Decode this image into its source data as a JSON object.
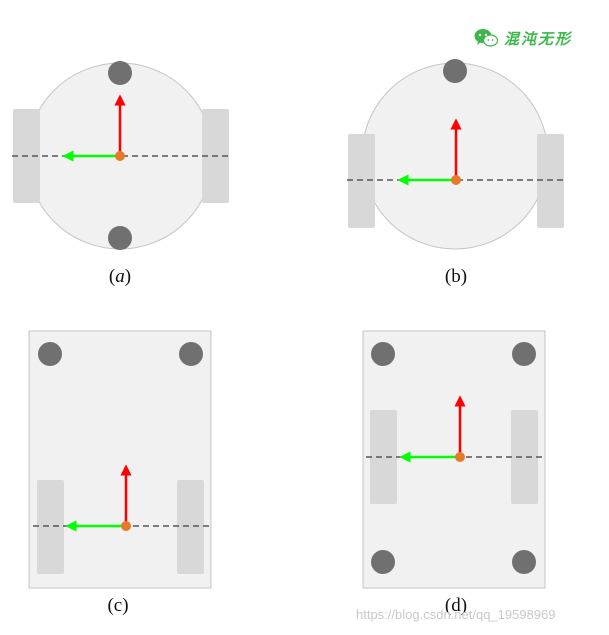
{
  "captions": {
    "a_letter": "a",
    "b": "(b)",
    "c": "(c)",
    "d": "(d)"
  },
  "brand": {
    "text": "混沌无形",
    "icon": "wechat-icon"
  },
  "watermark": {
    "text": "https://blog.csdn.net/qq_19598969"
  },
  "colors": {
    "body_fill": "#f1f1f1",
    "body_stroke": "#c4c4c4",
    "wheel_fill": "#d8d8d8",
    "caster_fill": "#707070",
    "x_axis_arrow": "#ff0000",
    "y_axis_arrow": "#00ff00",
    "origin_point": "#e8782a",
    "wheel_axis_line": "#555555",
    "brand_green": "#3cb84a",
    "watermark_gray": "#c9c9c9"
  }
}
